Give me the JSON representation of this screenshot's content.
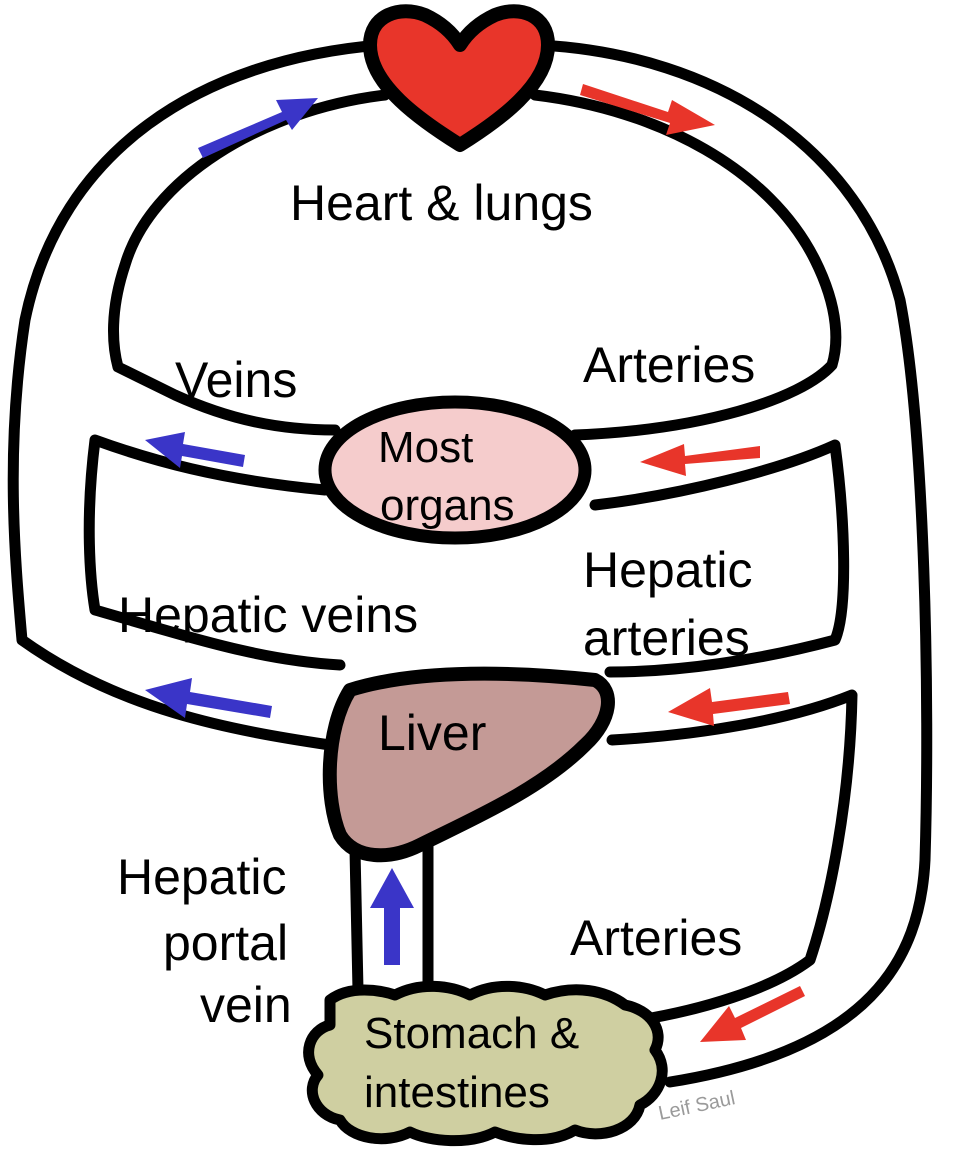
{
  "labels": {
    "heart_lungs": "Heart & lungs",
    "veins": "Veins",
    "arteries_top": "Arteries",
    "most_organs_l1": "Most",
    "most_organs_l2": "organs",
    "hepatic_veins": "Hepatic veins",
    "hepatic_arteries_l1": "Hepatic",
    "hepatic_arteries_l2": "arteries",
    "liver": "Liver",
    "portal_l1": "Hepatic",
    "portal_l2": "portal",
    "portal_l3": "vein",
    "arteries_bottom": "Arteries",
    "stomach_l1": "Stomach &",
    "stomach_l2": "intestines",
    "signature": "Leif Saul"
  },
  "colors": {
    "vein_arrow": "#3a35c8",
    "artery_arrow": "#e8352a",
    "heart": "#e8352a",
    "most_organs": "#f5cccc",
    "liver": "#c49a96",
    "stomach": "#cfcfa1"
  }
}
